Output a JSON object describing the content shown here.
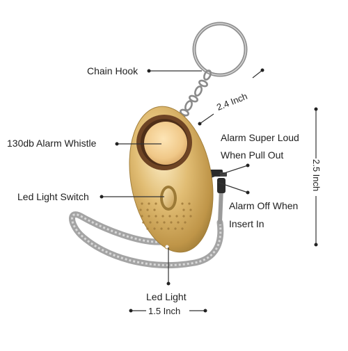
{
  "labels": {
    "chain_hook": "Chain Hook",
    "alarm_whistle": "130db Alarm Whistle",
    "led_switch": "Led Light Switch",
    "led_light": "Led Light",
    "alarm_loud_1": "Alarm Super Loud",
    "alarm_loud_2": "When Pull Out",
    "alarm_off_1": "Alarm Off When",
    "alarm_off_2": "Insert In"
  },
  "dimensions": {
    "diagonal": "2.4 Inch",
    "height": "2.5 Inch",
    "width": "1.5 Inch"
  },
  "colors": {
    "body_gold": "#d9b36a",
    "body_highlight": "#f6e2b0",
    "body_shadow": "#9c7a36",
    "whistle_rim": "#6e4424",
    "metal": "#8a8a8a",
    "lanyard": "#a9a9a9"
  }
}
